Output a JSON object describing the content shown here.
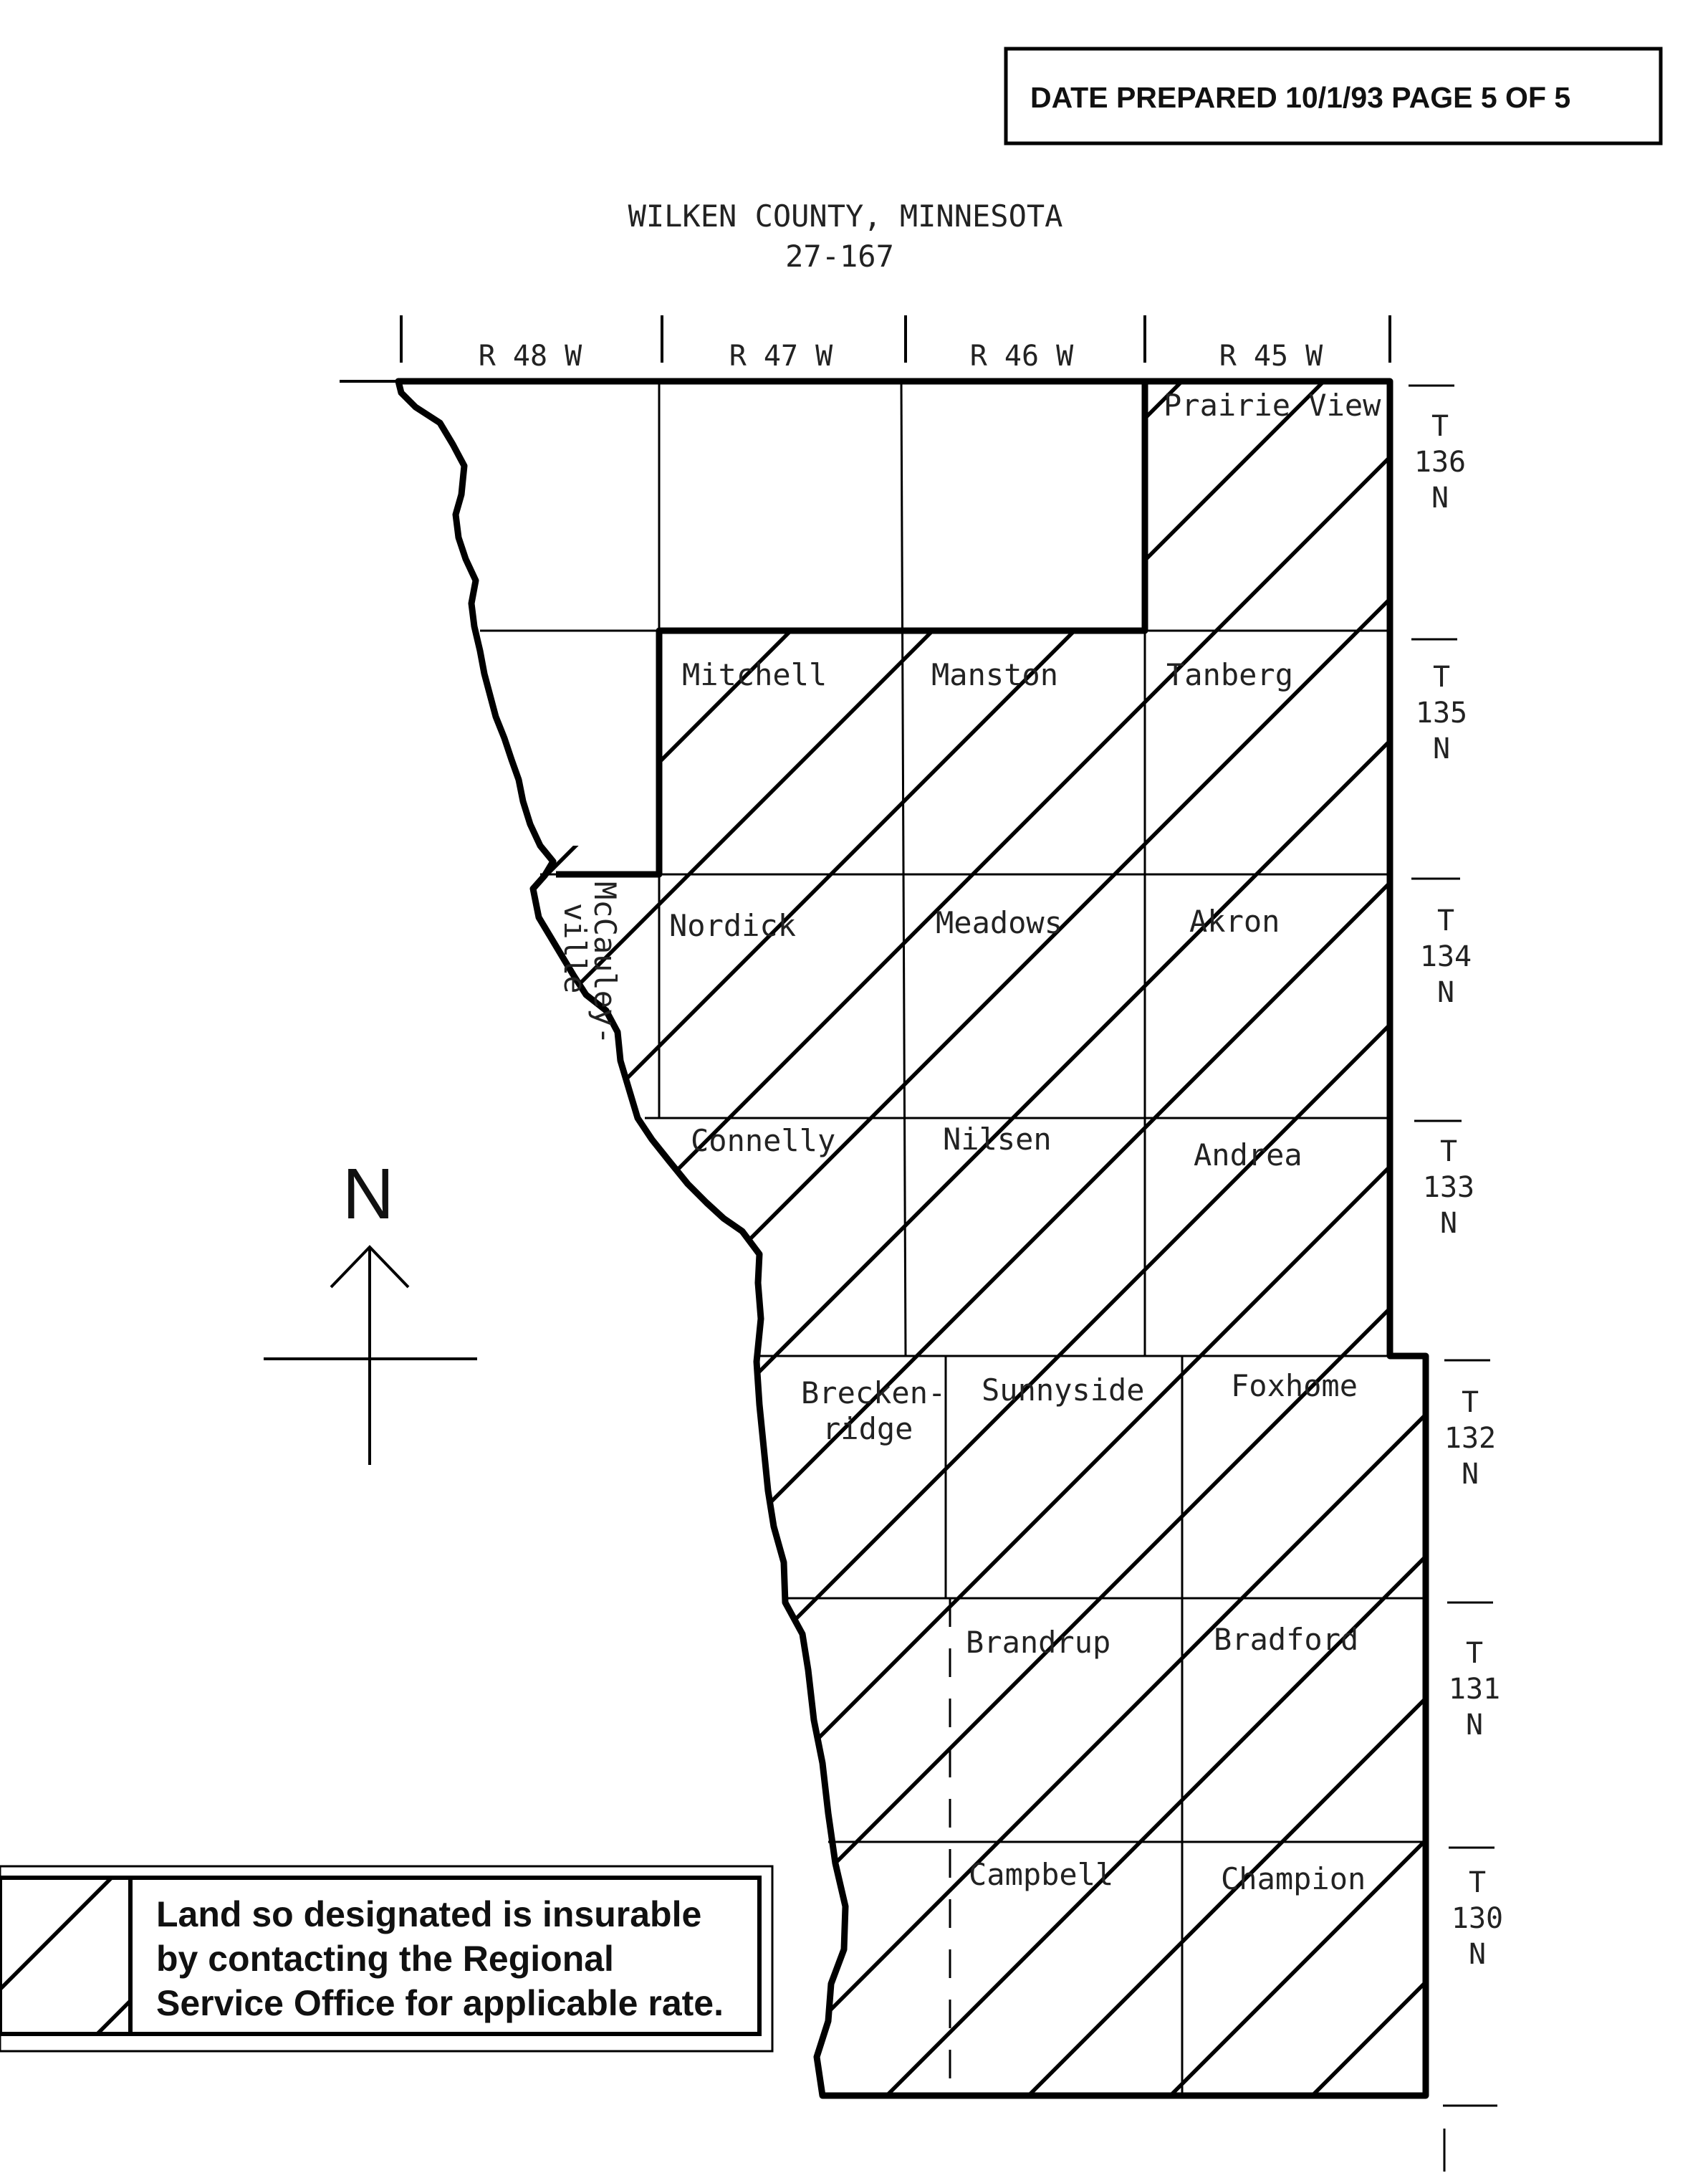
{
  "header": {
    "date_prepared": "DATE PREPARED 10/1/93  PAGE 5 OF 5"
  },
  "title": {
    "county": "WILKEN COUNTY, MINNESOTA",
    "code": "27-167"
  },
  "ranges": [
    "R  48  W",
    "R  47  W",
    "R  46  W",
    "R  45  W"
  ],
  "tiers": [
    {
      "t": "T",
      "num": "136",
      "n": "N"
    },
    {
      "t": "T",
      "num": "135",
      "n": "N"
    },
    {
      "t": "T",
      "num": "134",
      "n": "N"
    },
    {
      "t": "T",
      "num": "133",
      "n": "N"
    },
    {
      "t": "T",
      "num": "132",
      "n": "N"
    },
    {
      "t": "T",
      "num": "131",
      "n": "N"
    },
    {
      "t": "T",
      "num": "130",
      "n": "N"
    }
  ],
  "townships": {
    "prairie_view": "Prairie View",
    "mitchell": "Mitchell",
    "manston": "Manston",
    "tanberg": "Tanberg",
    "mccauleyville_1": "McCauley-",
    "mccauleyville_2": "ville",
    "nordick": "Nordick",
    "meadows": "Meadows",
    "akron": "Akron",
    "connelly": "Connelly",
    "nilsen": "Nilsen",
    "andrea": "Andrea",
    "breckenridge_1": "Brecken-",
    "breckenridge_2": "ridge",
    "sunnyside": "Sunnyside",
    "foxhome": "Foxhome",
    "brandrup": "Brandrup",
    "bradford": "Bradford",
    "campbell": "Campbell",
    "champion": "Champion"
  },
  "compass": {
    "letter": "N"
  },
  "legend": {
    "line1": "Land so designated is insurable",
    "line2": "by contacting the Regional",
    "line3": "Service Office for applicable rate."
  }
}
